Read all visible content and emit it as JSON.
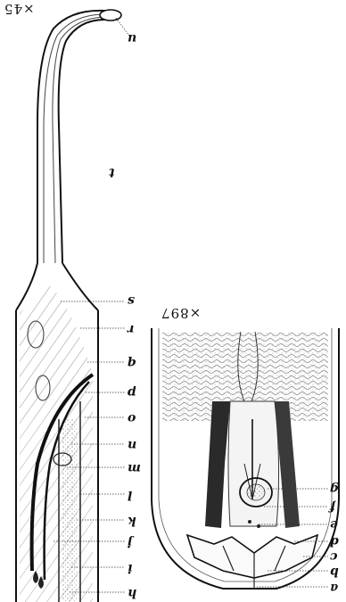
{
  "plate": {
    "magnification_left": "×45",
    "magnification_right": "×897"
  },
  "left_figure_labels": [
    "u",
    "t",
    "s",
    "r",
    "q",
    "p",
    "o",
    "n",
    "m",
    "l",
    "k",
    "j",
    "i",
    "h"
  ],
  "right_figure_labels": [
    "g",
    "f",
    "e",
    "d",
    "c",
    "b",
    "a"
  ],
  "colors": {
    "ink": "#111111",
    "hatch": "#555555",
    "paper": "#ffffff"
  }
}
